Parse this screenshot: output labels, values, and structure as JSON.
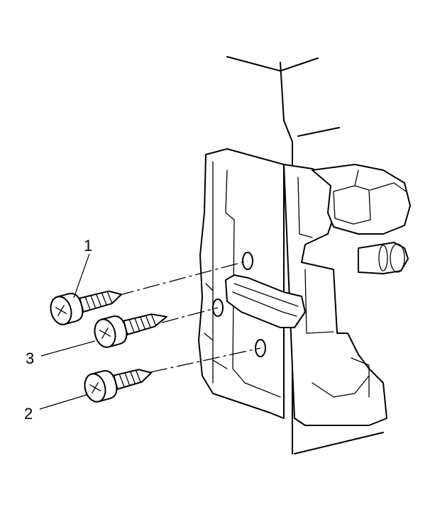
{
  "callouts": [
    {
      "id": "1",
      "label": "1"
    },
    {
      "id": "3",
      "label": "3"
    },
    {
      "id": "2",
      "label": "2"
    }
  ],
  "colors": {
    "line": "#000000",
    "background": "#ffffff"
  },
  "icons": [
    "screw-icon",
    "door-latch-assembly",
    "door-panel-edge"
  ]
}
